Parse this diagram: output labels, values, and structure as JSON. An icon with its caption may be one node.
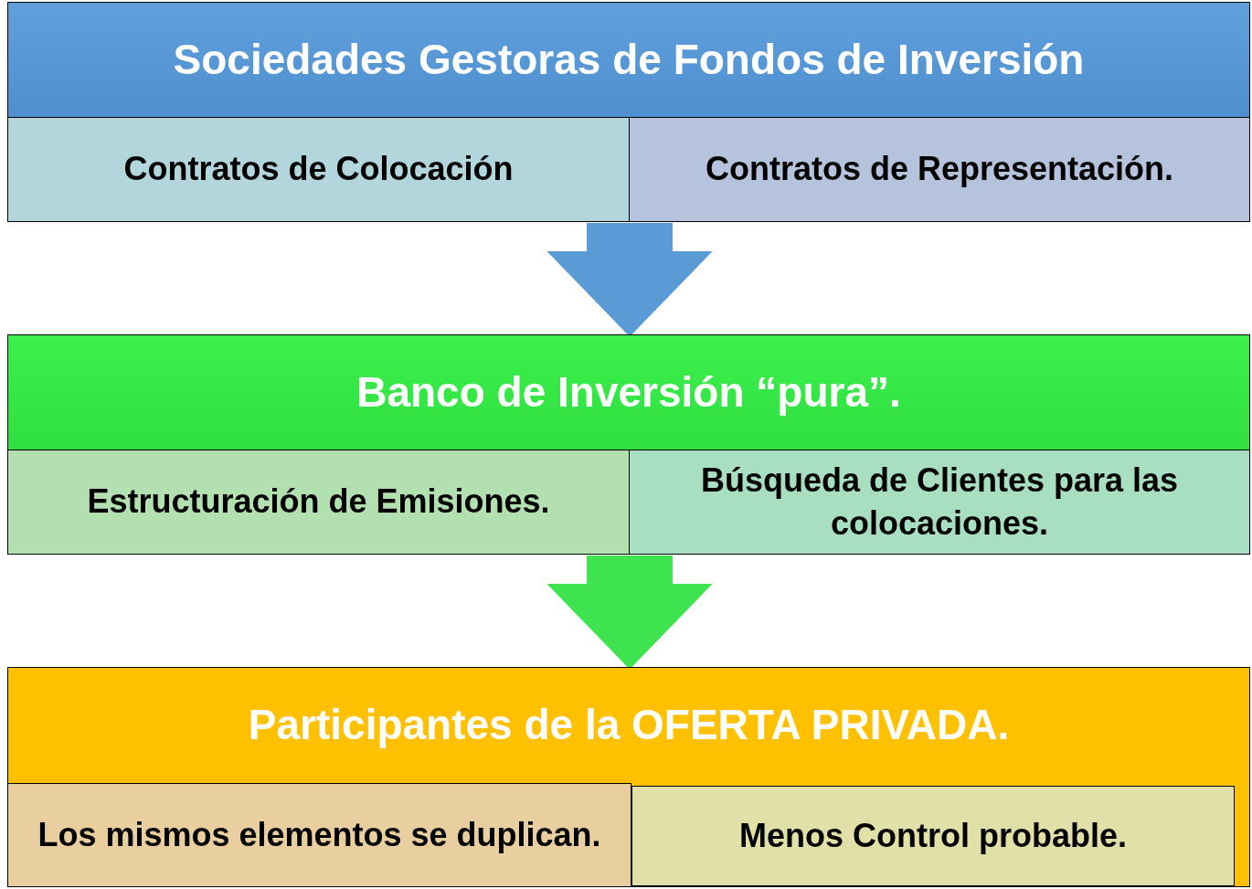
{
  "diagram": {
    "nodes": [
      {
        "text": [
          "Sociedades Gestoras de Fondos de Inversión"
        ]
      },
      {
        "text": [
          "Contratos de Colocación"
        ],
        "in": 0
      },
      {
        "text": [
          "Contratos de Representación."
        ],
        "in": 0
      },
      {
        "text": [
          "Banco de Inversión “pura”."
        ]
      },
      {
        "text": [
          "Estructuración de Emisiones."
        ],
        "in": 3
      },
      {
        "text": [
          "Búsqueda de Clientes para las colocaciones."
        ],
        "in": 3
      },
      {
        "text": [
          "Participantes de la OFERTA PRIVADA."
        ]
      },
      {
        "text": [
          "Los mismos elementos se duplican."
        ],
        "in": 6
      },
      {
        "text": [
          "Menos Control probable."
        ],
        "in": 6
      }
    ],
    "edges": [
      {
        "from": 0,
        "to": 3,
        "arrow": "to",
        "color": "#5b9bd5"
      },
      {
        "from": 3,
        "to": 6,
        "arrow": "to",
        "color": "#3fe34f"
      }
    ]
  }
}
